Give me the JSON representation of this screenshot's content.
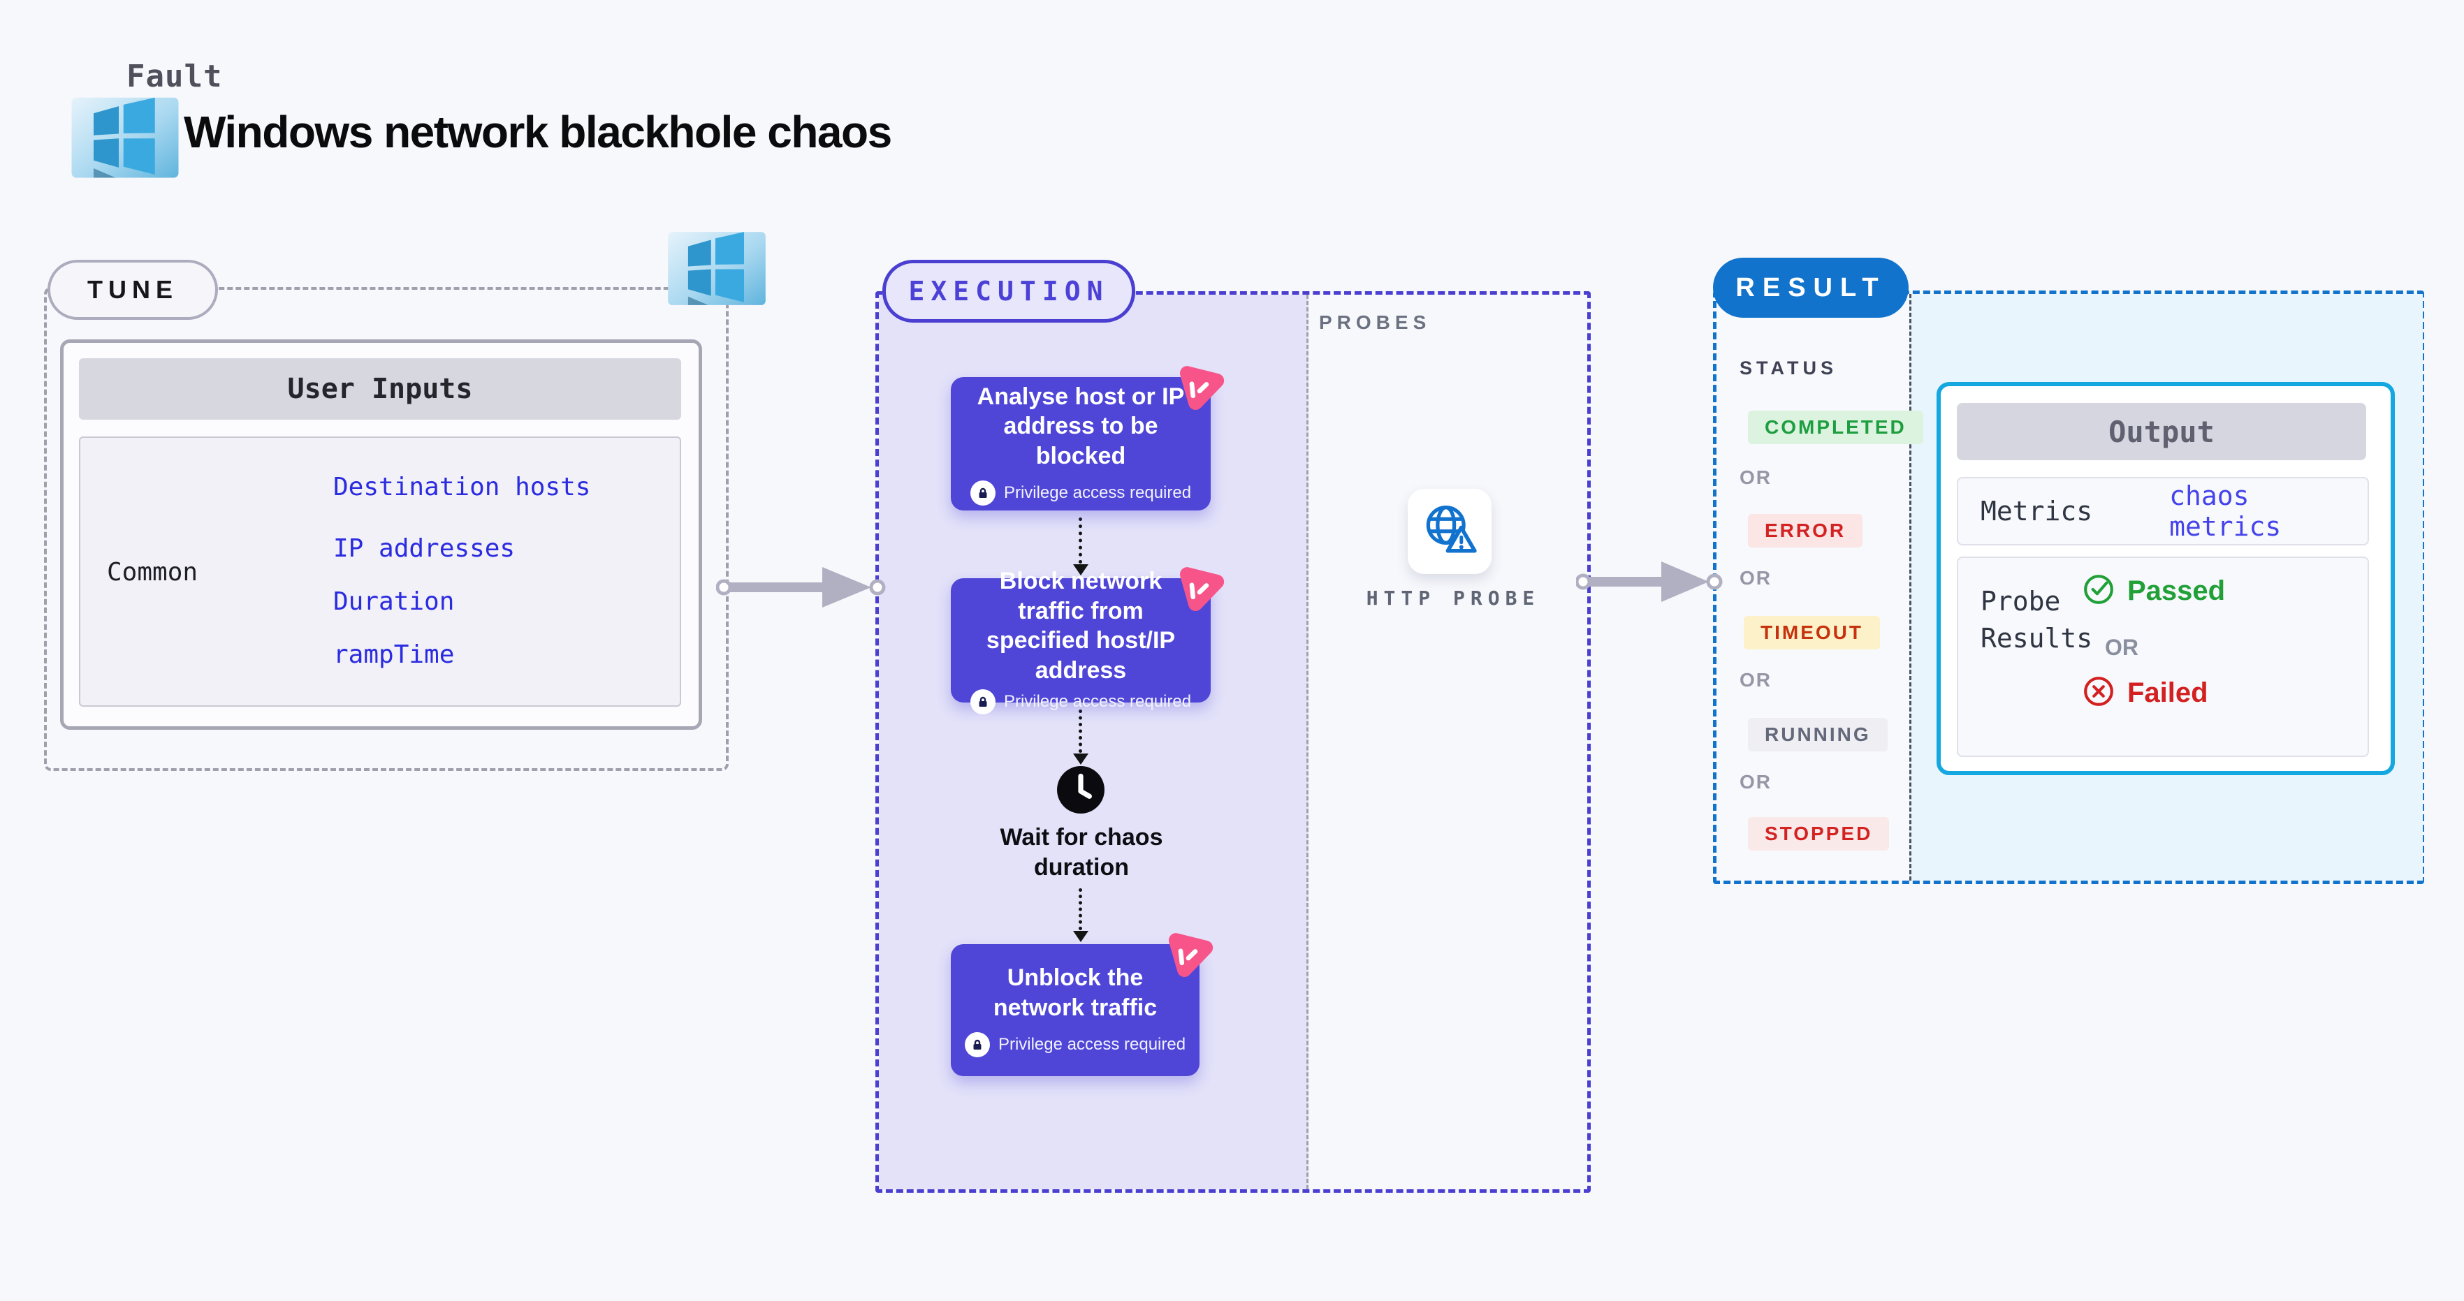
{
  "header": {
    "kicker": "Fault",
    "title": "Windows network blackhole chaos"
  },
  "tune": {
    "label": "TUNE",
    "card": {
      "header": "User Inputs",
      "row_label": "Common",
      "links": [
        "Destination hosts",
        "IP addresses",
        "Duration",
        "rampTime"
      ]
    }
  },
  "execution": {
    "label": "EXECUTION",
    "steps": [
      {
        "title": "Analyse host or IP address to be blocked",
        "note": "Privilege access required"
      },
      {
        "title": "Block network traffic from specified host/IP address",
        "note": "Privilege access required"
      },
      {
        "title": "Wait for chaos duration"
      },
      {
        "title": "Unblock the network traffic",
        "note": "Privilege access required"
      }
    ]
  },
  "probes": {
    "label": "PROBES",
    "probe_label": "HTTP PROBE"
  },
  "result": {
    "label": "RESULT",
    "status_heading": "STATUS",
    "or": "OR",
    "statuses": [
      {
        "label": "COMPLETED",
        "color": "#1E9E40",
        "bg": "#DCF3DF"
      },
      {
        "label": "ERROR",
        "color": "#D32222",
        "bg": "#FBE5E5"
      },
      {
        "label": "TIMEOUT",
        "color": "#C7320E",
        "bg": "#FCF1C9"
      },
      {
        "label": "RUNNING",
        "color": "#63687A",
        "bg": "#EEEEF3"
      },
      {
        "label": "STOPPED",
        "color": "#D32222",
        "bg": "#FAE9E9"
      }
    ],
    "output": {
      "header": "Output",
      "metrics_label": "Metrics",
      "metrics_value": "chaos metrics",
      "probe_results_label": "Probe Results",
      "passed": "Passed",
      "or": "OR",
      "failed": "Failed"
    }
  },
  "colors": {
    "step_indigo": "#4F46D8",
    "execution_border": "#4A3FD0",
    "execution_fill": "#E3E2F9",
    "result_blue": "#1173CC",
    "output_border": "#14A7E0",
    "link_blue": "#2B2BE0",
    "litmus_pink": "#F7558A",
    "probe_icon_blue": "#1273CE",
    "passed_green": "#21A038",
    "failed_red": "#D32020"
  }
}
